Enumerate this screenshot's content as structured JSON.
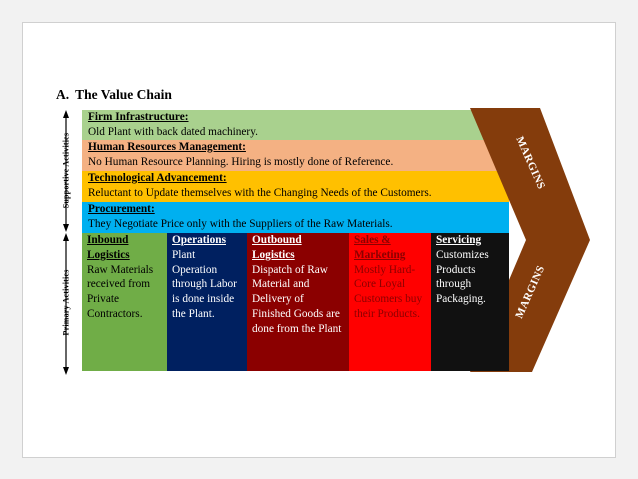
{
  "title": {
    "number": "A.",
    "text": "The Value Chain"
  },
  "side_labels": {
    "supportive": "Supportive Activities",
    "primary": "Primary Activities"
  },
  "margins_label": "MARGINS",
  "support_activities": [
    {
      "heading": "Firm Infrastructure:",
      "text": "Old Plant with back dated machinery.",
      "color": "#a9d18e"
    },
    {
      "heading": "Human Resources Management:",
      "text": "No Human Resource Planning. Hiring is mostly done of Reference.",
      "color": "#f4b183"
    },
    {
      "heading": "Technological Advancement:",
      "text": "Reluctant to Update themselves with the Changing Needs of the Customers.",
      "color": "#ffc000"
    },
    {
      "heading": "Procurement:",
      "text": "They Negotiate Price only with the Suppliers of the Raw Materials.",
      "color": "#00b0f0"
    }
  ],
  "primary_activities": [
    {
      "heading": "Inbound Logistics",
      "text": "Raw Materials received from Private Contractors.",
      "color": "#70ad47",
      "text_color": "#000000"
    },
    {
      "heading": "Operations",
      "text": "Plant Operation through Labor is done inside the Plant.",
      "color": "#002060",
      "text_color": "#ffffff"
    },
    {
      "heading": "Outbound Logistics",
      "text": "Dispatch of Raw Material and Delivery of Finished Goods are done from the Plant",
      "color": "#8b0000",
      "text_color": "#ffffff"
    },
    {
      "heading": "Sales & Marketing",
      "text": "Mostly Hard-Core Loyal Customers buy their Products.",
      "color": "#ff0000",
      "text_color": "#8b0000"
    },
    {
      "heading": "Servicing",
      "text": "Customizes Products through Packaging.",
      "color": "#111111",
      "text_color": "#ffffff"
    }
  ],
  "colors": {
    "margin_arrow": "#843c0c"
  }
}
